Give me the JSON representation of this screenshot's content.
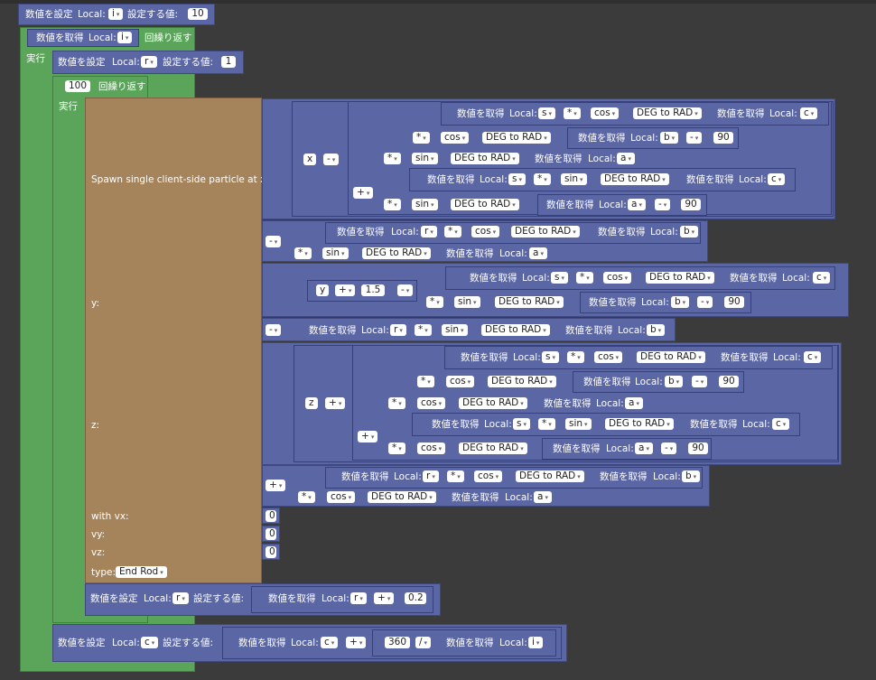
{
  "labels": {
    "set_value": "数値を設定",
    "get_value": "数値を取得",
    "local": "Local:",
    "set_to": "設定する値:",
    "repeat": "回繰り返す",
    "do": "実行",
    "spawn": "Spawn single client-side particle at x:",
    "y": "y:",
    "z": "z:",
    "with_vx": "with vx:",
    "vy": "vy:",
    "vz": "vz:",
    "type": "type:",
    "deg_to_rad": "DEG to RAD",
    "cos": "cos",
    "sin": "sin"
  },
  "vars": {
    "i": "i",
    "r": "r",
    "s": "s",
    "c": "c",
    "b": "b",
    "a": "a",
    "x": "x",
    "y": "y",
    "z": "z"
  },
  "ops": {
    "mul": "*",
    "sub": "-",
    "add": "+",
    "div": "/"
  },
  "numbers": {
    "ten": "10",
    "one": "1",
    "hundred": "100",
    "ninety": "90",
    "one_five": "1.5",
    "zero": "0",
    "step": "0.2",
    "full": "360"
  },
  "particle_type": "End Rod",
  "colors": {
    "math": "#5b67a5",
    "loop": "#5ba55b",
    "spawn": "#a5845b",
    "background": "#3b3b3b"
  }
}
